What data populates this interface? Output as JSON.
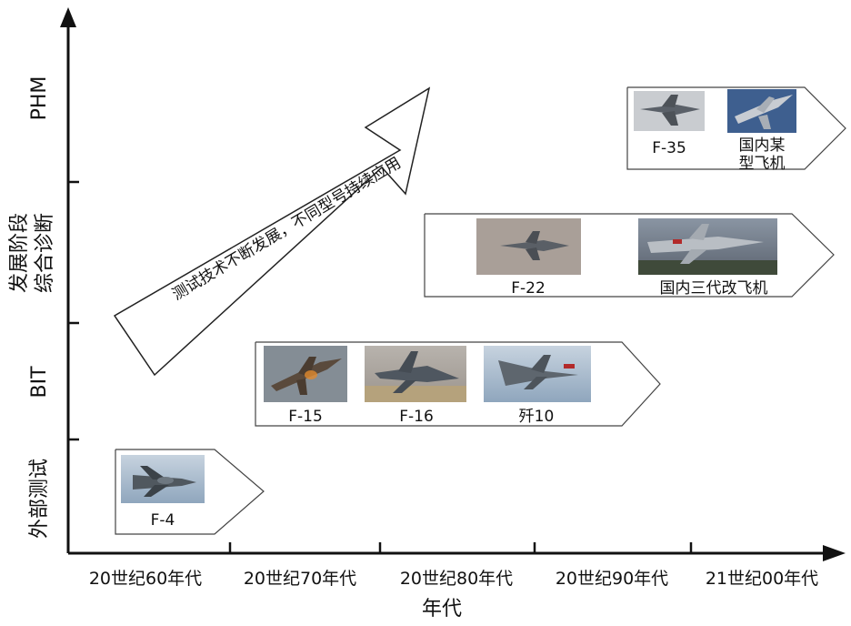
{
  "axes": {
    "x_title": "年代",
    "y_title_line1": "发展阶段",
    "y_title_line2": "综合诊断",
    "x_ticks": [
      "20世纪60年代",
      "20世纪70年代",
      "20世纪80年代",
      "20世纪90年代",
      "21世纪00年代"
    ],
    "y_stages": [
      "外部测试",
      "BIT",
      "PHM"
    ]
  },
  "trend_arrow": {
    "label": "测试技术不断发展，不同型号持续应用"
  },
  "groups": [
    {
      "stage": "外部测试",
      "aircraft": [
        "F-4"
      ]
    },
    {
      "stage": "BIT",
      "aircraft": [
        "F-15",
        "F-16",
        "歼10"
      ]
    },
    {
      "stage": "综合诊断",
      "aircraft": [
        "F-22",
        "国内三代改飞机"
      ]
    },
    {
      "stage": "PHM",
      "aircraft": [
        "F-35",
        "国内某",
        "型飞机"
      ]
    }
  ],
  "colors": {
    "axis": "#111111",
    "sky": "#9fb3c8",
    "ground": "#b9a98a",
    "jet": "#5b636b"
  }
}
